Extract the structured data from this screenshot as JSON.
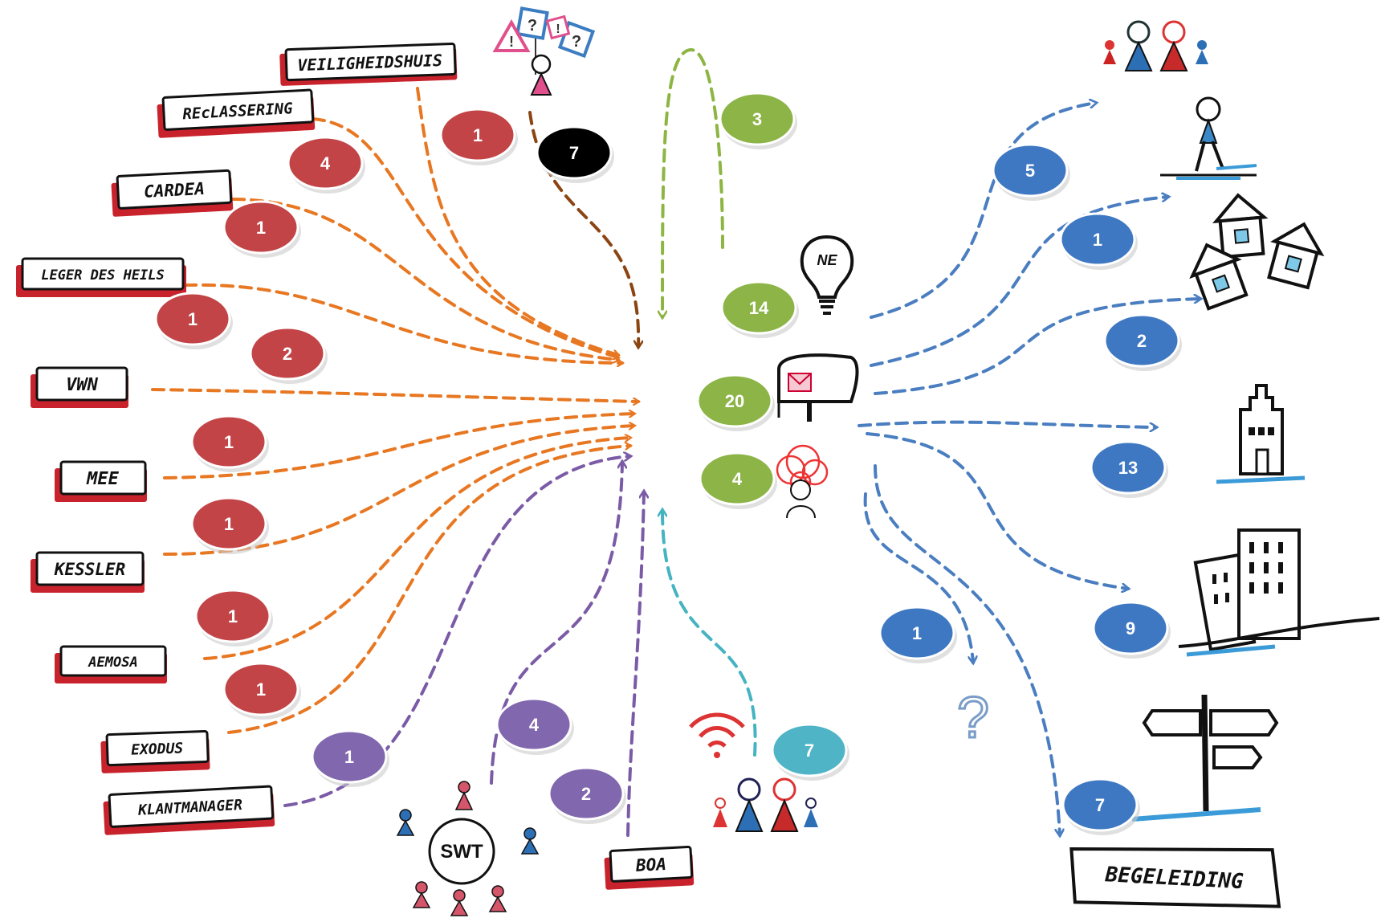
{
  "colors": {
    "incoming": "#E87722",
    "brown": "#8B4513",
    "purple": "#7B5BA6",
    "teal": "#45B3C1",
    "green": "#8DB543",
    "blue": "#4A7EC0",
    "red_badge": "#C24447",
    "purple_badge": "#8167AE",
    "blue_badge": "#3F78C2",
    "teal_badge": "#4EB4C6",
    "green_badge": "#8CB447",
    "black_badge": "#000000"
  },
  "sources": [
    {
      "label": "VEILIGHEIDSHUIS",
      "count": "1"
    },
    {
      "label": "REcLASSERING",
      "count": "4"
    },
    {
      "label": "CARDEA",
      "count": "1"
    },
    {
      "label": "LEGER DES HEILS",
      "count": "1"
    },
    {
      "label": "VWN",
      "count": "2"
    },
    {
      "label": "MEE",
      "count": "1"
    },
    {
      "label": "KESSLER",
      "count": "1"
    },
    {
      "label": "AEMOSA",
      "count": "1"
    },
    {
      "label": "EXODUS",
      "count": "1"
    },
    {
      "label": "KLANTMANAGER",
      "count": "1"
    }
  ],
  "questions_count": "7",
  "swt": {
    "label": "SWT",
    "count": "4"
  },
  "boa": {
    "label": "BOA",
    "count": "2"
  },
  "residents_count": "7",
  "loop_count": "3",
  "center_outcomes": [
    {
      "icon": "lightbulb-no-icon",
      "icon_text": "NE",
      "count": "14"
    },
    {
      "icon": "mailbox-icon",
      "count": "20"
    },
    {
      "icon": "confused-person-icon",
      "count": "4"
    }
  ],
  "destinations": [
    {
      "icon": "family-icon",
      "count": "5"
    },
    {
      "icon": "walking-person-icon",
      "count": "1"
    },
    {
      "icon": "houses-icon",
      "count": "2"
    },
    {
      "icon": "town-hall-icon",
      "count": "13"
    },
    {
      "icon": "office-building-icon",
      "count": "9"
    },
    {
      "icon": "question-mark-icon",
      "glyph": "?",
      "count": "1"
    },
    {
      "icon": "signpost-icon",
      "count": "7"
    }
  ],
  "begeleiding_label": "BEGELEIDING"
}
